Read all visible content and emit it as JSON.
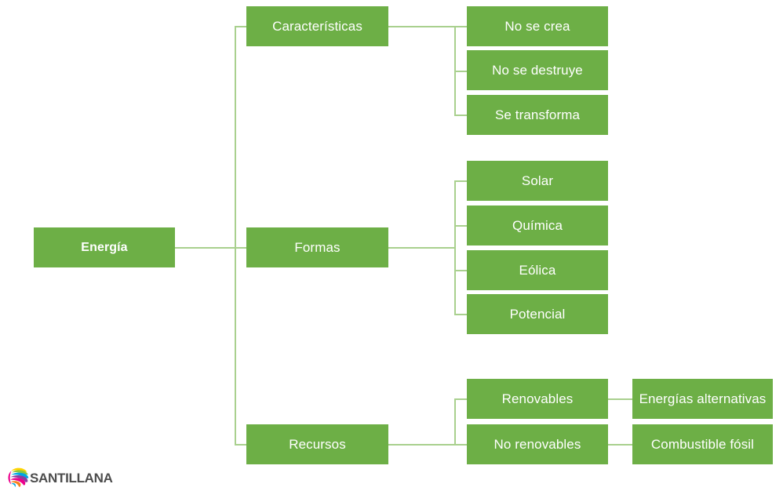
{
  "diagram": {
    "title_node": "Energía",
    "colors": {
      "node_fill": "#6DAF46",
      "node_text": "#FFFFFF",
      "connector": "#A9D08E",
      "logo_text": "#4C4C4C"
    },
    "branches": [
      {
        "label": "Características",
        "children": [
          {
            "label": "No se crea",
            "children": []
          },
          {
            "label": "No se destruye",
            "children": []
          },
          {
            "label": "Se transforma",
            "children": []
          }
        ]
      },
      {
        "label": "Formas",
        "children": [
          {
            "label": "Solar",
            "children": []
          },
          {
            "label": "Química",
            "children": []
          },
          {
            "label": "Eólica",
            "children": []
          },
          {
            "label": "Potencial",
            "children": []
          }
        ]
      },
      {
        "label": "Recursos",
        "children": [
          {
            "label": "Renovables",
            "children": [
              {
                "label": "Energías alternativas"
              }
            ]
          },
          {
            "label": "No renovables",
            "children": [
              {
                "label": "Combustible fósil"
              }
            ]
          }
        ]
      }
    ]
  },
  "logo": {
    "name": "santillana-logo",
    "wordmark": "SANTILLANA"
  }
}
